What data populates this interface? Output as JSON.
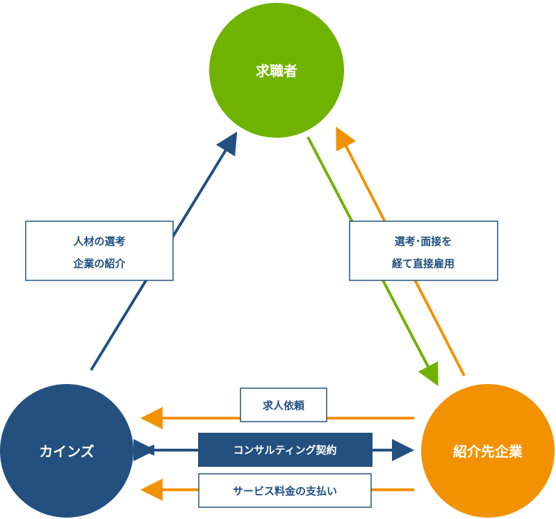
{
  "colors": {
    "green": "#6fb300",
    "orange": "#f39200",
    "navy": "#23507f",
    "white": "#ffffff"
  },
  "nodes": {
    "job_seeker": {
      "label": "求職者"
    },
    "kains": {
      "label": "カインズ"
    },
    "company": {
      "label": "紹介先企業"
    }
  },
  "labels": {
    "recruit_line1": "人材の選考",
    "recruit_line2": "企業の紹介",
    "hire_line1": "選考･面接を",
    "hire_line2": "経て直接雇用",
    "request": "求人依頼",
    "contract": "コンサルティング契約",
    "payment": "サービス料金の支払い"
  }
}
